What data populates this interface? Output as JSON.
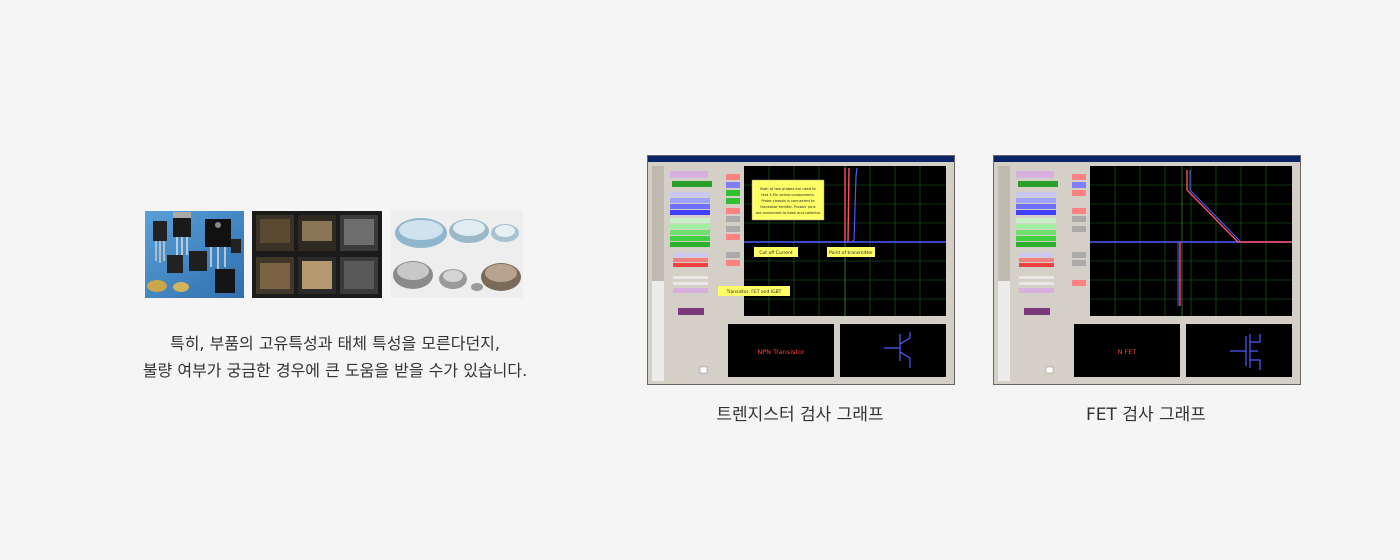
{
  "description": {
    "line1": "특히, 부품의 고유특성과 태체 특성을 모른다던지,",
    "line2": "불량 여부가 궁금한 경우에 큰 도움을 받을 수가 있습니다."
  },
  "photos": [
    {
      "name": "transistors-photo"
    },
    {
      "name": "igbt-modules-photo"
    },
    {
      "name": "press-pack-thyristors-photo"
    }
  ],
  "screenshots": [
    {
      "caption": "트렌지스터 검사 그래프",
      "reference_label": "NPN Transistor",
      "callout_main": "Both of two probes are used to test 3-Pin active components. Probe chassis is connected to transistor emitter. Probes' pins are connected to base and collector",
      "callout_cutoff": "Cut off Current",
      "callout_point": "Point of transmitter",
      "callout_mode": "Transistor, FET and IGBT"
    },
    {
      "caption": "FET 검사 그래프",
      "reference_label": "N FET"
    }
  ],
  "colors": {
    "background": "#f5f5f5",
    "text": "#333333",
    "scope_bg": "#000000",
    "grid": "#1c6b1c",
    "trace_blue": "#4a5cff",
    "trace_red": "#ff4d6a",
    "callout": "#ffff66"
  }
}
